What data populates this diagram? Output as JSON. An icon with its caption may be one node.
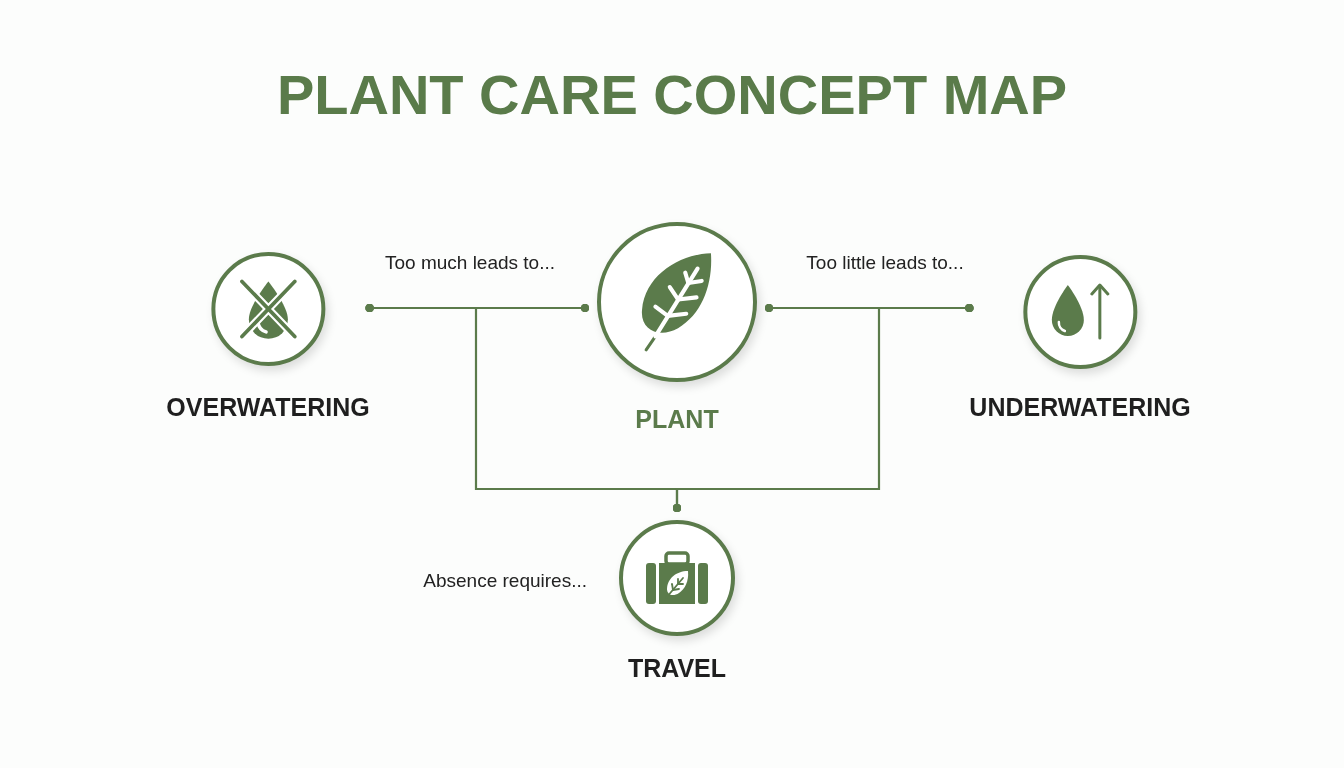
{
  "diagram": {
    "title": "PLANT CARE CONCEPT MAP",
    "nodes": [
      {
        "text": [
          "OVERWATERING"
        ]
      },
      {
        "text": [
          "PLANT"
        ]
      },
      {
        "text": [
          "UNDERWATERING"
        ]
      },
      {
        "text": [
          "TRAVEL"
        ],
        "beside": [
          "Absence requires..."
        ]
      }
    ],
    "edges": [
      {
        "from": 0,
        "to": 1,
        "arrow": "other",
        "label": "Too much leads to..."
      },
      {
        "from": 1,
        "to": 2,
        "arrow": "other",
        "label": "Too little leads to..."
      },
      {
        "from": 0,
        "to": 3,
        "arrow": "other"
      },
      {
        "from": 2,
        "to": 3,
        "arrow": "other"
      }
    ]
  }
}
